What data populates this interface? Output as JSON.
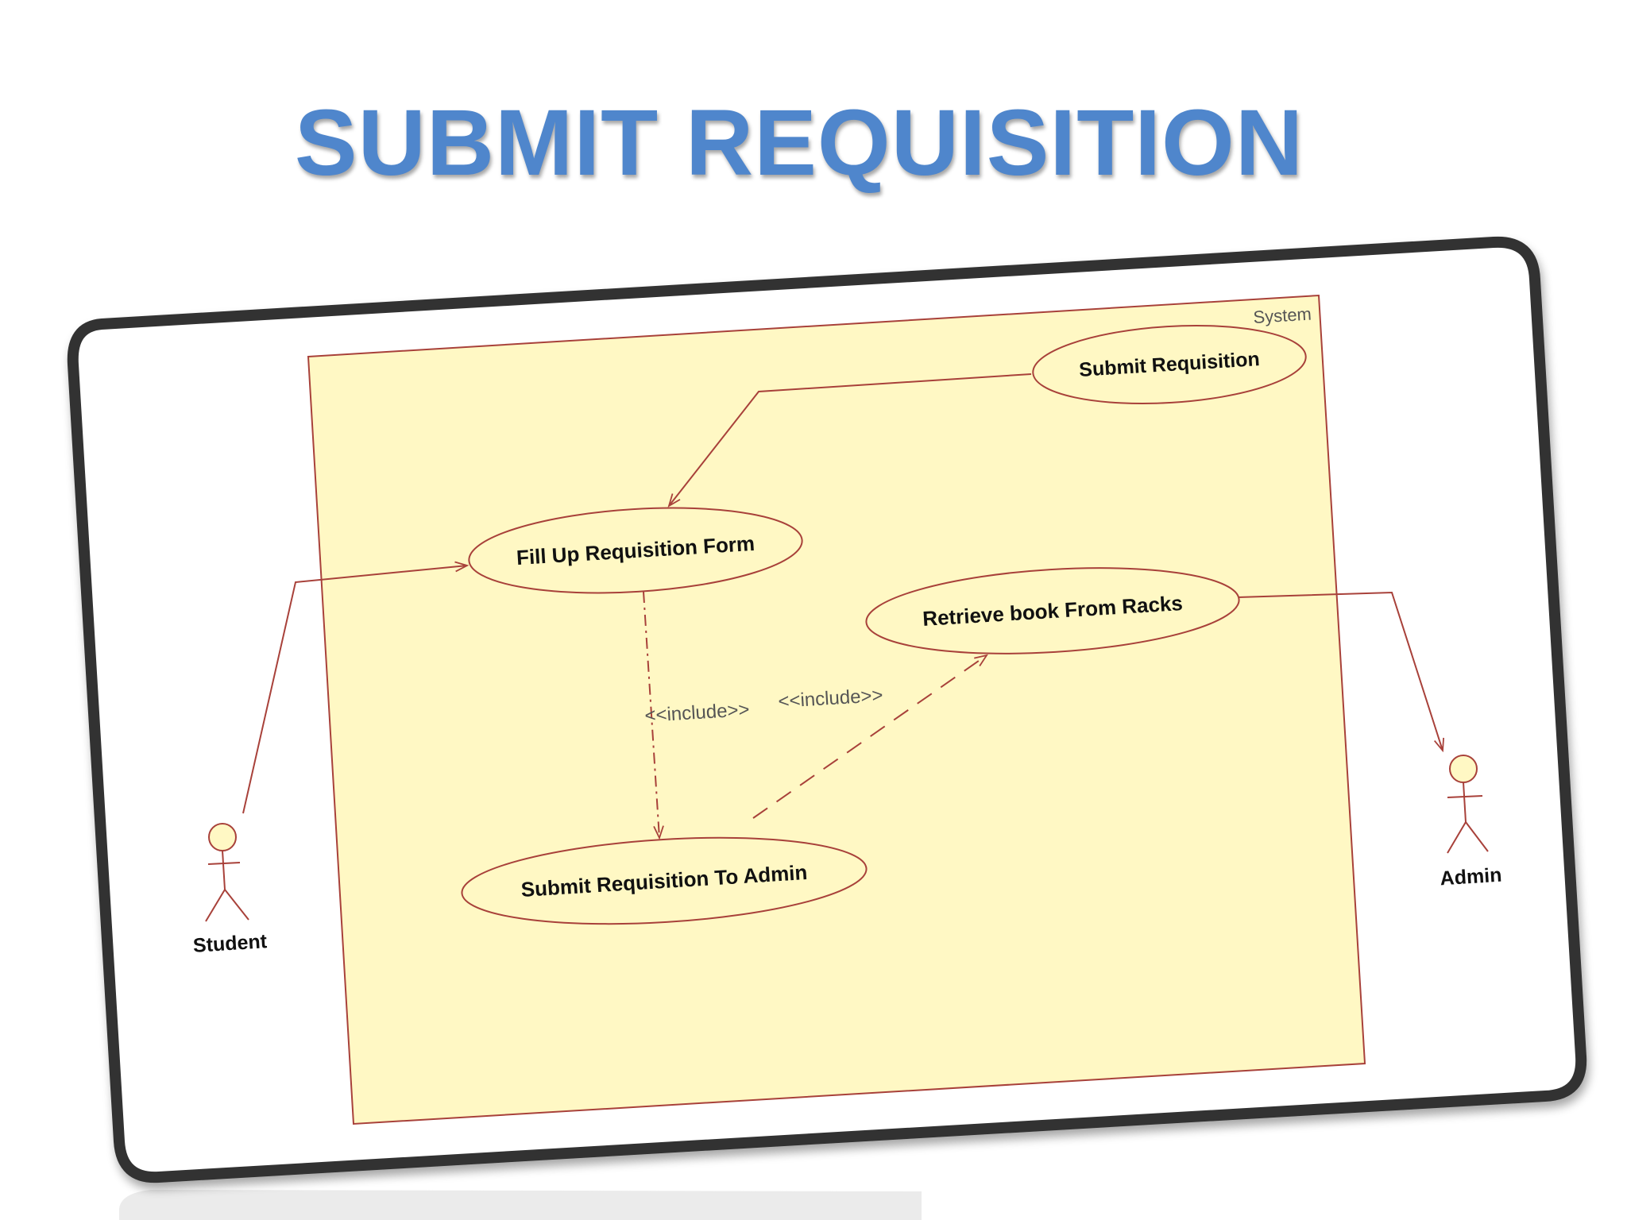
{
  "slide": {
    "title": "SUBMIT REQUISITION"
  },
  "diagram": {
    "system_label": "System",
    "use_cases": {
      "submit_requisition": "Submit Requisition",
      "fill_up_form": "Fill Up Requisition Form",
      "retrieve_book": "Retrieve book From Racks",
      "submit_to_admin": "Submit Requisition To Admin"
    },
    "actors": {
      "student": "Student",
      "admin": "Admin"
    },
    "relations": {
      "include_1": "<<include>>",
      "include_2": "<<include>>"
    },
    "colors": {
      "title": "#4f86cc",
      "system_fill": "#fff8c4",
      "line": "#a8413a",
      "frame": "#333333"
    }
  }
}
